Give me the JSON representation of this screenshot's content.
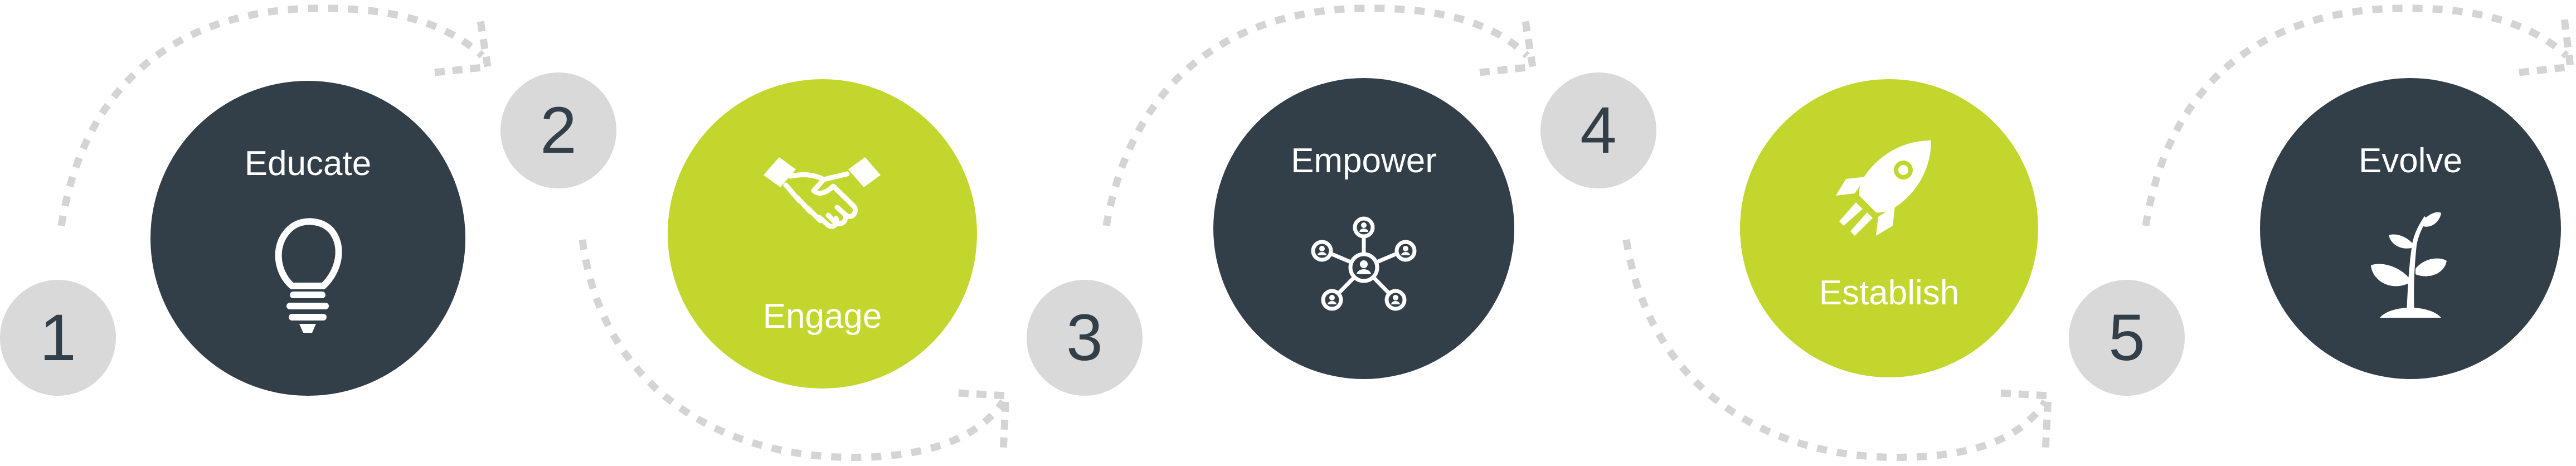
{
  "steps": [
    {
      "number": "1",
      "label": "Educate",
      "icon": "lightbulb-icon"
    },
    {
      "number": "2",
      "label": "Engage",
      "icon": "handshake-icon"
    },
    {
      "number": "3",
      "label": "Empower",
      "icon": "network-icon"
    },
    {
      "number": "4",
      "label": "Establish",
      "icon": "rocket-icon"
    },
    {
      "number": "5",
      "label": "Evolve",
      "icon": "sprout-icon"
    }
  ],
  "colors": {
    "dark": "#323e48",
    "lime": "#c2d62e",
    "number_bg": "#d9d9d9",
    "dashed_arrow": "#d4d4d4",
    "text_light": "#ffffff"
  }
}
